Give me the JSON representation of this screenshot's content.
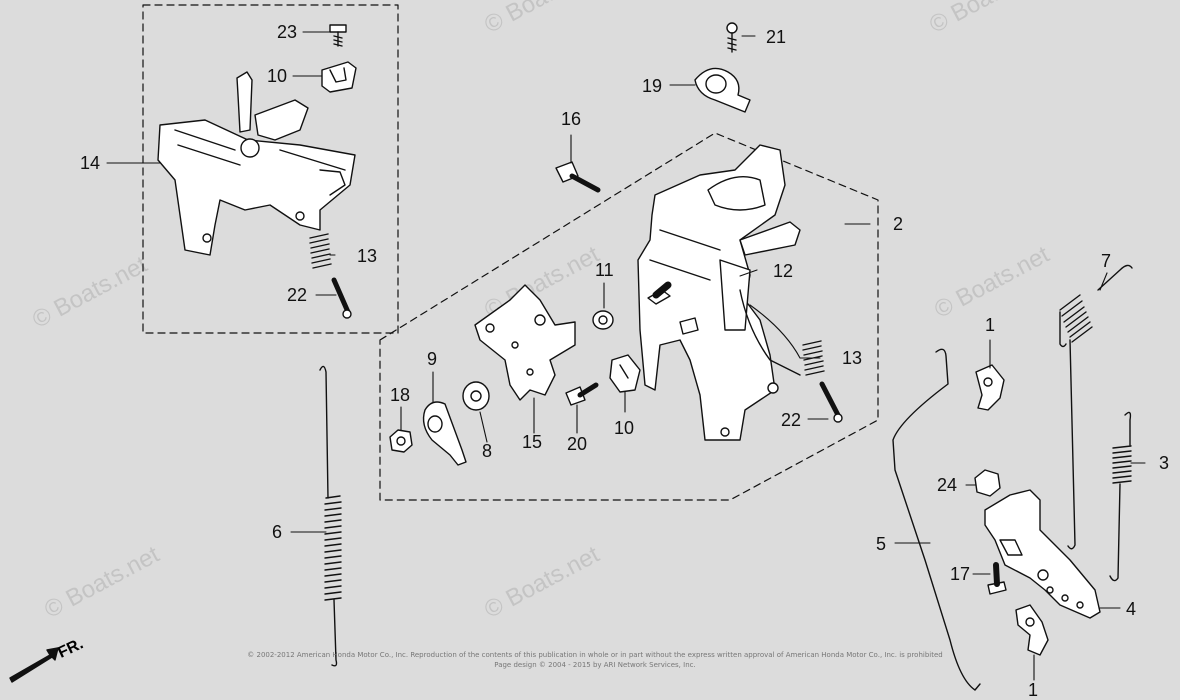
{
  "watermark": "© Boats.net",
  "direction_label": "FR.",
  "copyright_line1": "© 2002-2012 American Honda Motor Co., Inc. Reproduction of the contents of this publication in whole or in part without the express written approval of American Honda Motor Co., Inc. is prohibited",
  "copyright_line2": "Page design © 2004 - 2015 by ARI Network Services, Inc.",
  "callouts": {
    "c1a": "1",
    "c1b": "1",
    "c2": "2",
    "c3": "3",
    "c4": "4",
    "c5": "5",
    "c6": "6",
    "c7": "7",
    "c8": "8",
    "c9": "9",
    "c10a": "10",
    "c10b": "10",
    "c11": "11",
    "c12": "12",
    "c13a": "13",
    "c13b": "13",
    "c14": "14",
    "c15": "15",
    "c16": "16",
    "c17": "17",
    "c18": "18",
    "c19": "19",
    "c20": "20",
    "c21": "21",
    "c22a": "22",
    "c22b": "22",
    "c23": "23",
    "c24": "24"
  }
}
